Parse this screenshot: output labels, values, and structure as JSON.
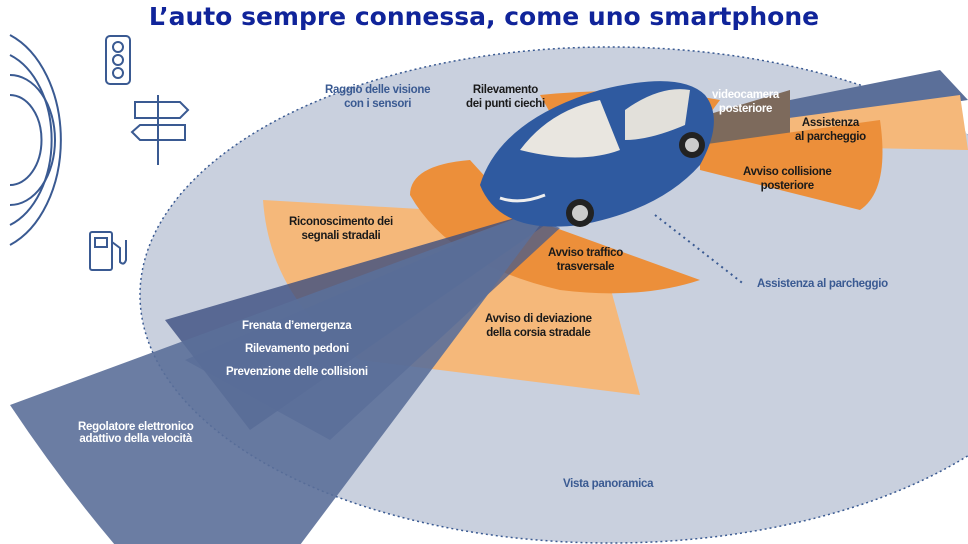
{
  "title": "L’auto sempre connessa, come uno smartphone",
  "labels": {
    "raggio": [
      "Raggio delle visione",
      "con i sensori"
    ],
    "punti_ciechi": [
      "Rilevamento",
      "dei punti ciechi"
    ],
    "videocamera": [
      "videocamera",
      "posteriore"
    ],
    "assistenza_parcheggio_rear": [
      "Assistenza",
      "al parcheggio"
    ],
    "collisione_posteriore": [
      "Avviso collisione",
      "posteriore"
    ],
    "segnali": [
      "Riconoscimento dei",
      "segnali stradali"
    ],
    "traffico": [
      "Avviso traffico",
      "trasversale"
    ],
    "assistenza_parcheggio": "Assistenza al parcheggio",
    "deviazione": [
      "Avviso di deviazione",
      "della corsia stradale"
    ],
    "frenata": "Frenata d’emergenza",
    "pedoni": "Rilevamento pedoni",
    "collisioni": "Prevenzione delle collisioni",
    "regolatore": [
      "Regolatore elettronico",
      "adattivo della velocità"
    ],
    "panoramica": "Vista panoramica"
  },
  "colors": {
    "title": "#10249a",
    "panorama": "#c9d0de",
    "light_orange": "#f5b87a",
    "orange": "#ec8f3a",
    "slate_blue": "#5b6f99",
    "car_blue": "#2f5aa0"
  },
  "icons": [
    "wireless-signal-icon",
    "traffic-light-icon",
    "signpost-icon",
    "fuel-pump-icon"
  ]
}
